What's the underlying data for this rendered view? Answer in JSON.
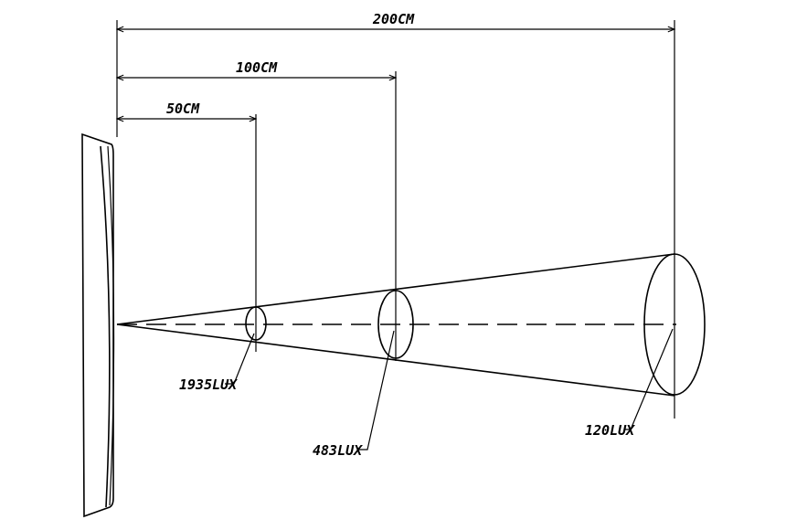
{
  "dimensions": {
    "d50": "50CM",
    "d100": "100CM",
    "d200": "200CM"
  },
  "illuminance": {
    "lux_50": "1935LUX",
    "lux_100": "483LUX",
    "lux_200": "120LUX"
  }
}
